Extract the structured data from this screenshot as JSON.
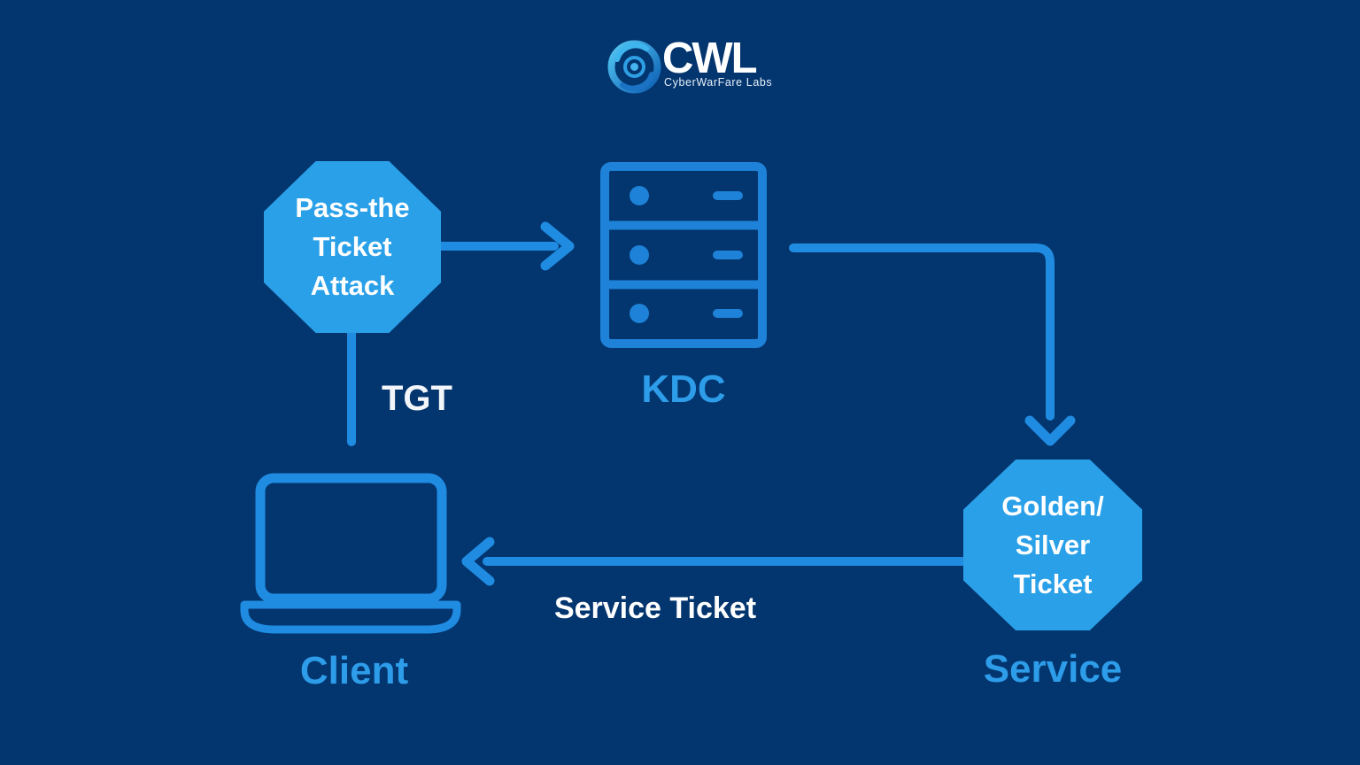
{
  "brand": {
    "name": "CWL",
    "tagline": "CyberWarFare Labs",
    "logo_icon": "cwl-swirl-icon"
  },
  "colors": {
    "background": "#03356e",
    "octagon_fill": "#2aa0e8",
    "connector_blue": "#1f8ce2",
    "device_icon_blue": "#1d82d8",
    "node_label_blue": "#2d9ce9",
    "text_white": "#ffffff"
  },
  "nodes": {
    "attack": {
      "lines": [
        "Pass-the",
        "Ticket",
        "Attack"
      ],
      "shape": "octagon"
    },
    "kdc": {
      "label": "KDC",
      "icon": "server-rack-icon"
    },
    "client": {
      "label": "Client",
      "icon": "laptop-icon"
    },
    "ticket": {
      "lines": [
        "Golden/",
        "Silver",
        "Ticket"
      ],
      "shape": "octagon"
    },
    "service": {
      "label": "Service"
    }
  },
  "edges": {
    "attack_to_kdc": {
      "from": "Pass-the Ticket Attack",
      "to": "KDC",
      "label": ""
    },
    "kdc_to_service": {
      "from": "KDC",
      "to": "Golden/Silver Ticket",
      "label": ""
    },
    "service_to_client": {
      "from": "Golden/Silver Ticket",
      "to": "Client",
      "label": "Service Ticket"
    },
    "attack_to_client": {
      "from": "Pass-the Ticket Attack",
      "to": "Client",
      "label": "TGT"
    }
  }
}
